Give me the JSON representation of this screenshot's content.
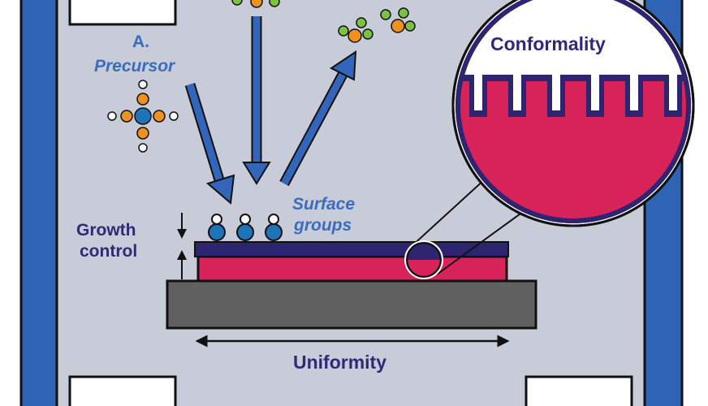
{
  "labels": {
    "precursor_letter": "A.",
    "precursor": "Precursor",
    "surface_groups_line1": "Surface",
    "surface_groups_line2": "groups",
    "growth_control_line1": "Growth",
    "growth_control_line2": "control",
    "uniformity": "Uniformity",
    "conformality": "Conformality"
  },
  "colors": {
    "chamber_bg": "#c8ccd8",
    "wall_blue": "#2f63b4",
    "arrow_blue": "#3366bb",
    "label_blue": "#3a6cc0",
    "label_navy": "#2e2a78",
    "film_navy": "#2e2570",
    "substrate_pink": "#d8235a",
    "stage_gray": "#616161",
    "atom_orange": "#f0901e",
    "atom_green": "#7cc242",
    "atom_blue": "#1f73b7",
    "atom_white": "#ffffff"
  },
  "icons": [
    "precursor-molecule-icon",
    "byproduct-molecule-icon",
    "surface-group-icon",
    "magnifier-circle-icon"
  ]
}
